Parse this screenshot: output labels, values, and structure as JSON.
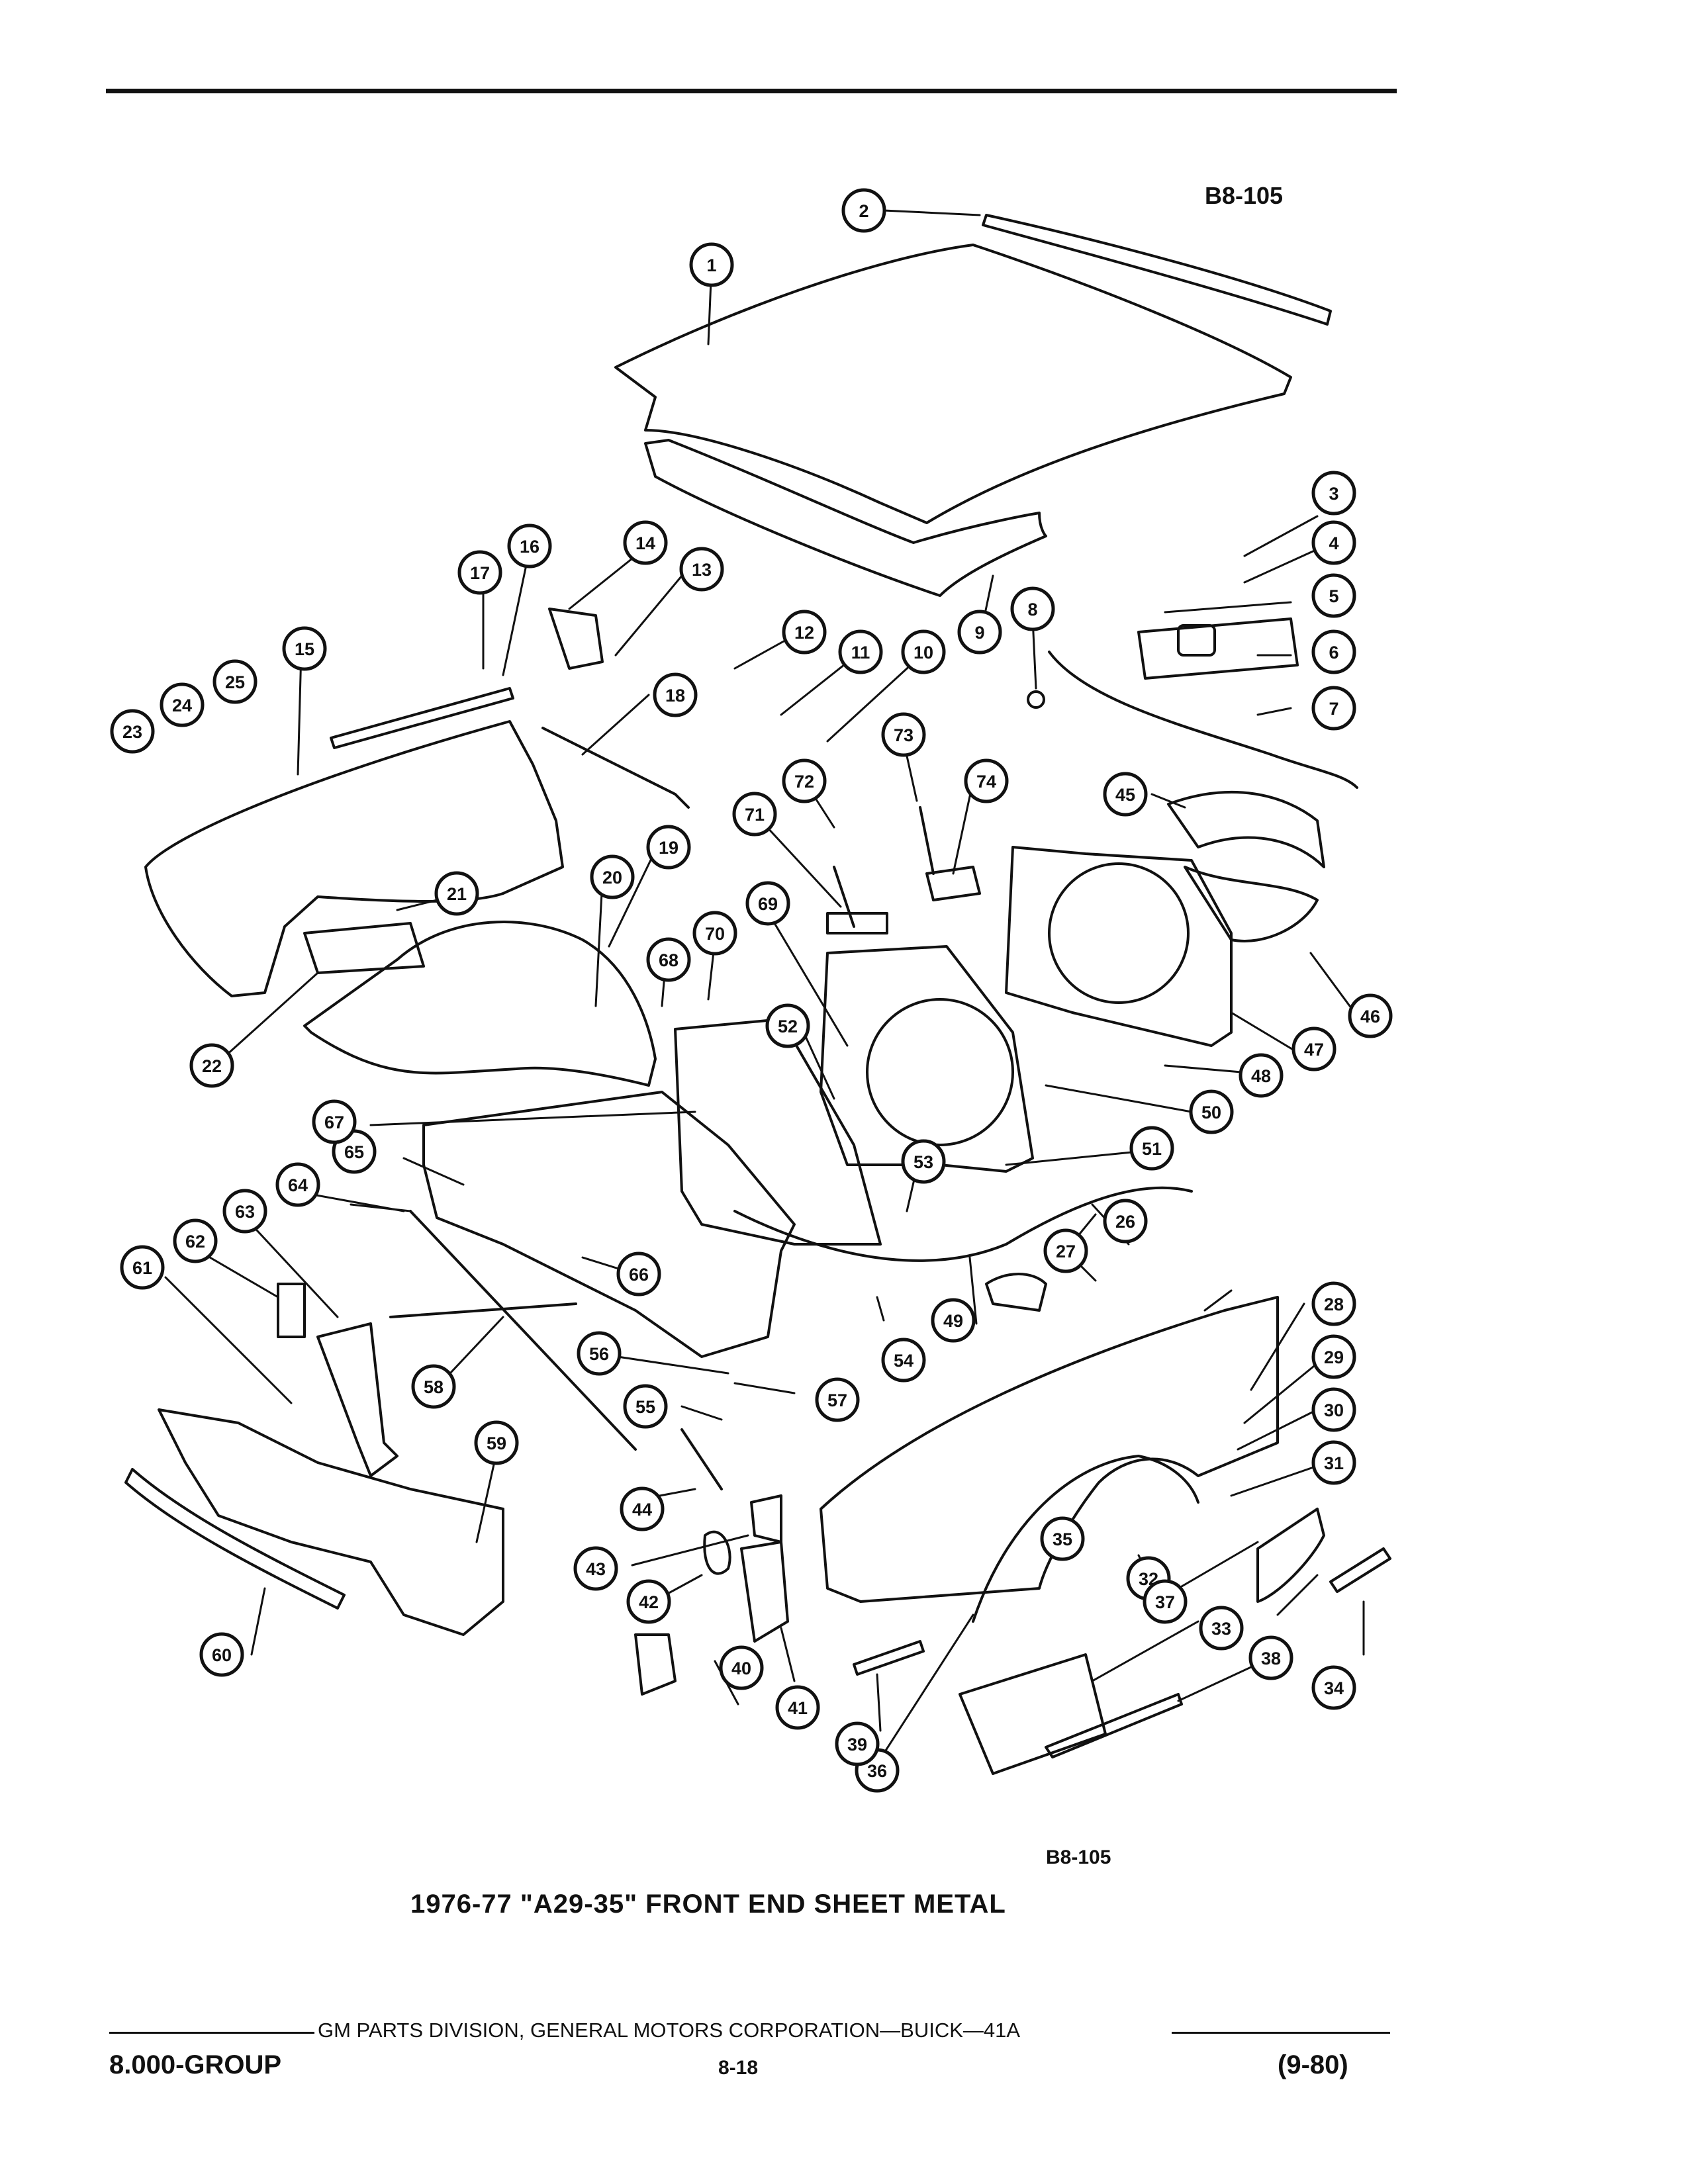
{
  "diagram_code_top": "B8-105",
  "diagram_code_bottom": "B8-105",
  "caption": "1976-77 \"A29-35\" FRONT END SHEET METAL",
  "footer": {
    "publisher": "GM PARTS DIVISION, GENERAL MOTORS CORPORATION—BUICK—41A",
    "group": "8.000-GROUP",
    "page": "8-18",
    "revision": "(9-80)"
  },
  "callouts": [
    "1",
    "2",
    "3",
    "4",
    "5",
    "6",
    "7",
    "8",
    "9",
    "10",
    "11",
    "12",
    "13",
    "14",
    "15",
    "16",
    "17",
    "18",
    "19",
    "20",
    "21",
    "22",
    "23",
    "24",
    "25",
    "26",
    "27",
    "28",
    "29",
    "30",
    "31",
    "32",
    "33",
    "34",
    "35",
    "36",
    "37",
    "38",
    "39",
    "40",
    "41",
    "42",
    "43",
    "44",
    "45",
    "46",
    "47",
    "48",
    "49",
    "50",
    "51",
    "52",
    "53",
    "54",
    "55",
    "56",
    "57",
    "58",
    "59",
    "60",
    "61",
    "62",
    "63",
    "64",
    "65",
    "66",
    "67",
    "68",
    "69",
    "70",
    "71",
    "72",
    "73",
    "74"
  ]
}
